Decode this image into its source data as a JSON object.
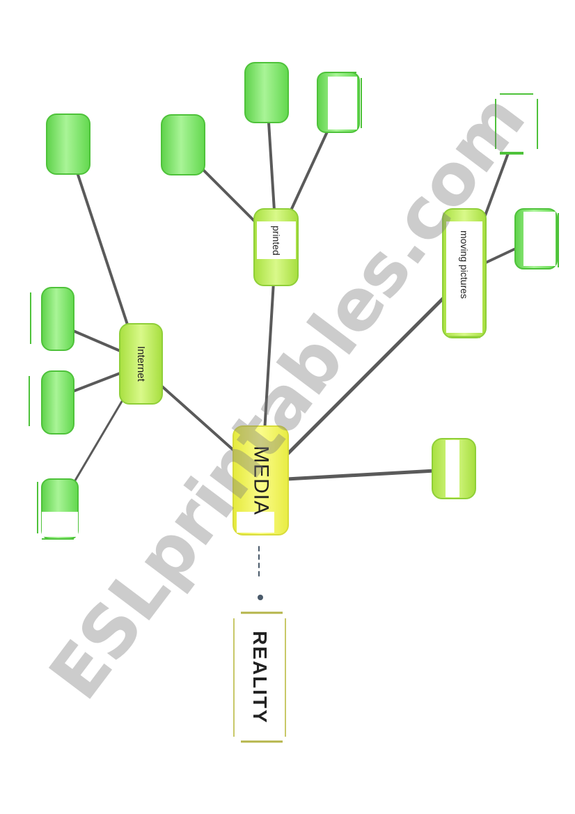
{
  "nodes": {
    "media": "MEDIA",
    "reality": "REALITY",
    "internet": "Internet",
    "printed": "printed",
    "moving_pictures": "moving pictures"
  },
  "watermark": "ESLprintables.com",
  "colors": {
    "branch_green": "#6fe05a",
    "center_yellow": "#f1f35a",
    "connector": "#5a5a5a",
    "reality_border": "#b5b54a"
  }
}
